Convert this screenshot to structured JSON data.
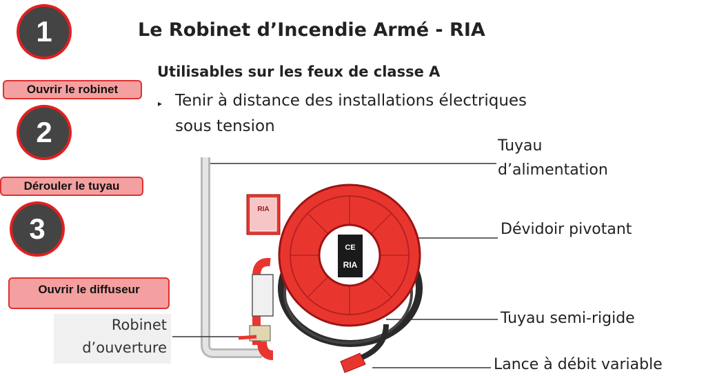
{
  "title": "Le Robinet d’Incendie Armé - RIA",
  "subtitle": "Utilisables sur les feux de classe A",
  "bullet": {
    "marker": "▸",
    "line1": "Tenir à distance des installations électriques",
    "line2": "sous tension"
  },
  "steps": [
    {
      "number": "1",
      "label": ""
    },
    {
      "number": "2",
      "label": "Ouvrir le robinet"
    },
    {
      "number": "3",
      "label": "Dérouler le tuyau"
    }
  ],
  "last_step_label": "Ouvrir le diffuseur",
  "callouts": {
    "tuyau_alimentation_1": "Tuyau",
    "tuyau_alimentation_2": "d’alimentation",
    "devidoir": "Dévidoir pivotant",
    "semi_rigide": "Tuyau semi-rigide",
    "lance": "Lance à débit variable",
    "robinet_1": "Robinet",
    "robinet_2": "d’ouverture"
  },
  "reel_sign": {
    "badge": "CE",
    "name": "RIA"
  },
  "wall_sign": {
    "text": "RIA"
  },
  "colors": {
    "reel_red": "#e8362f",
    "reel_dark": "#9b1414",
    "step_circle": "#444444",
    "step_border": "#e02020",
    "step_label_bg": "#f4a0a0"
  }
}
